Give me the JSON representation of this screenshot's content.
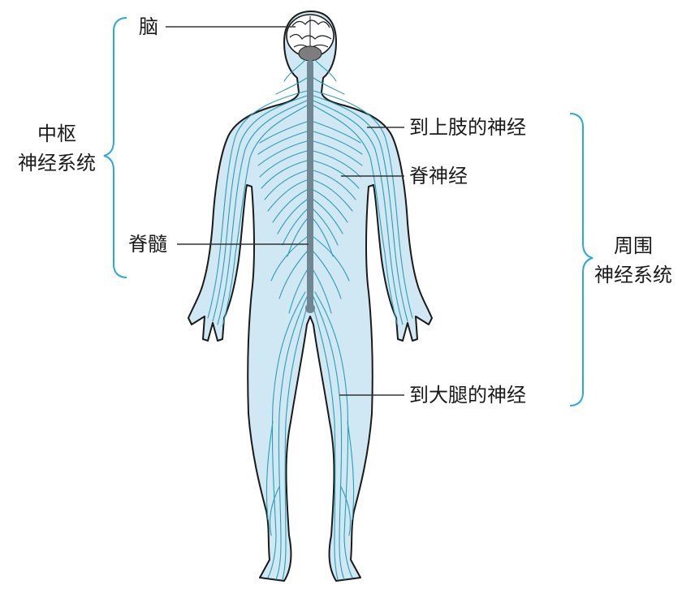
{
  "labels": {
    "brain": "脑",
    "spinal_cord": "脊髓",
    "upper_limb_nerves": "到上肢的神经",
    "spinal_nerves": "脊神经",
    "thigh_nerves": "到大腿的神经",
    "cns_line1": "中枢",
    "cns_line2": "神经系统",
    "pns_line1": "周围",
    "pns_line2": "神经系统"
  },
  "colors": {
    "body_fill": "#cfe8f3",
    "body_outline": "#1a1a1a",
    "nerve": "#2a9db5",
    "spine": "#6f8792",
    "bracket": "#29a8dc",
    "leader": "#333333"
  }
}
